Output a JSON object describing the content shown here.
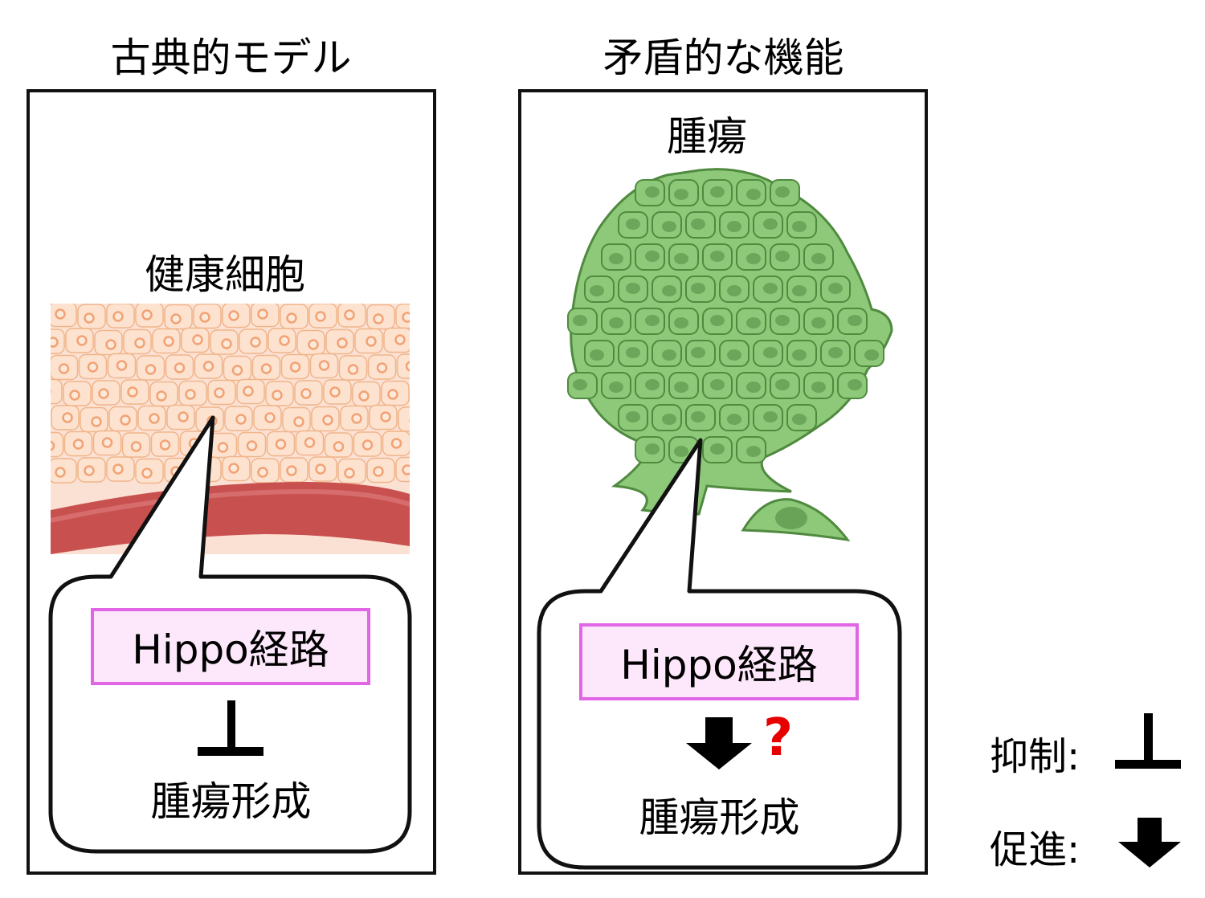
{
  "left_panel": {
    "title": "古典的モデル",
    "tissue_label": "健康細胞",
    "pathway": "Hippo経路",
    "outcome": "腫瘍形成"
  },
  "right_panel": {
    "title": "矛盾的な機能",
    "tumor_label": "腫瘍",
    "pathway": "Hippo経路",
    "question_mark": "?",
    "outcome": "腫瘍形成"
  },
  "legend": {
    "inhibit_label": "抑制:",
    "promote_label": "促進:"
  },
  "colors": {
    "cell_fill": "#fde3cf",
    "cell_stroke": "#f0b48a",
    "vessel": "#c8504f",
    "stroma": "#fbe1d4",
    "tumor_fill": "#8ec97a",
    "tumor_stroke": "#4f8a3f",
    "pathway_border": "#e066e6",
    "pathway_fill": "#fde8fb",
    "question": "#e60000"
  }
}
